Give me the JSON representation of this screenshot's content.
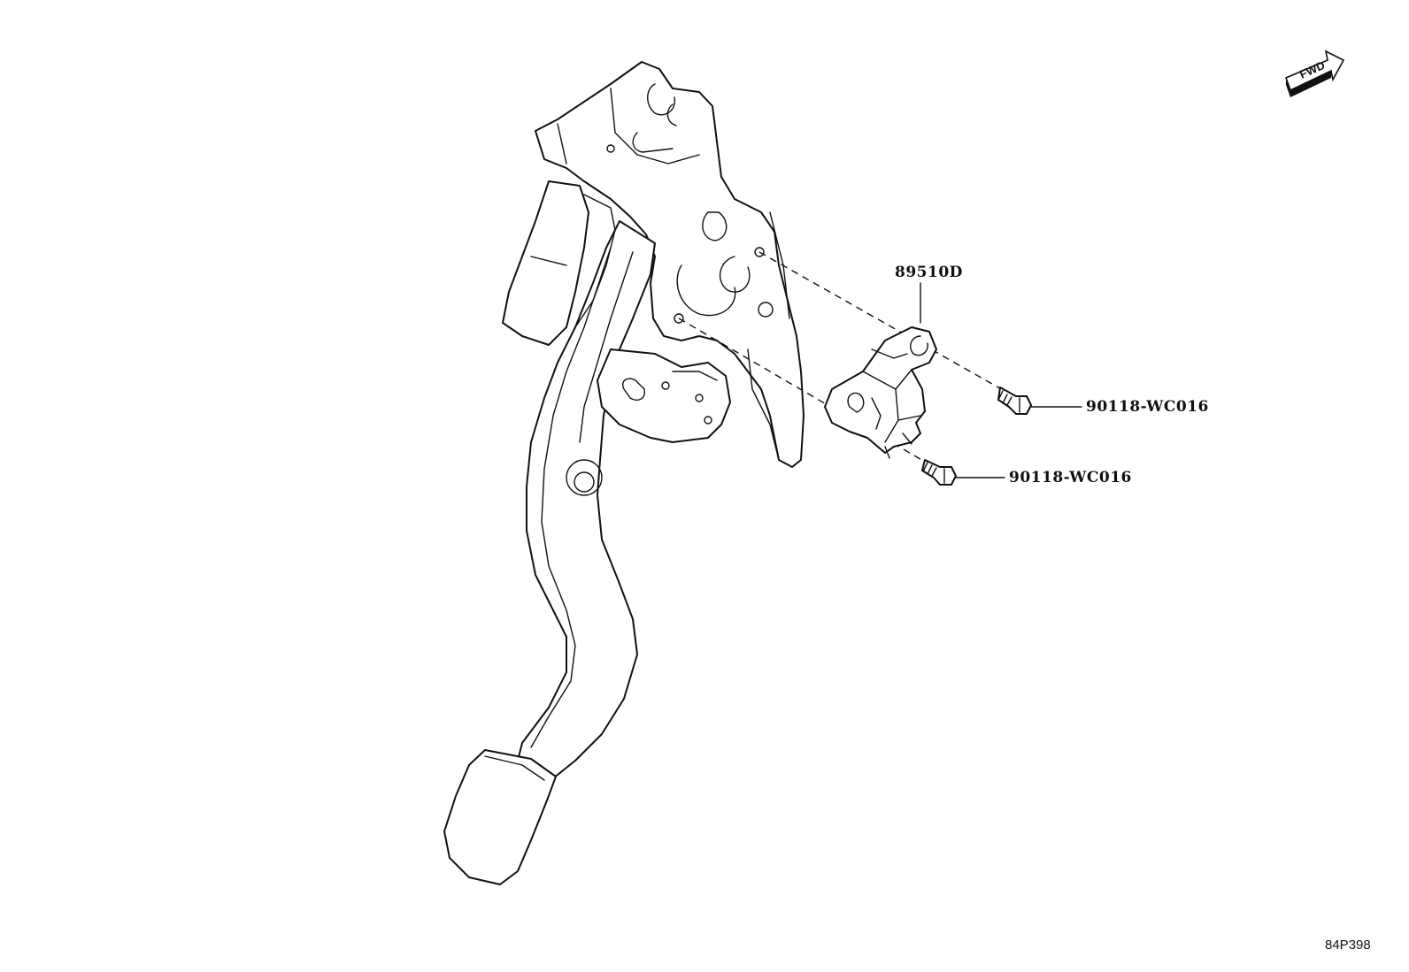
{
  "parts": {
    "sensor": {
      "number": "89510D"
    },
    "bolt_upper": {
      "number": "90118-WC016"
    },
    "bolt_lower": {
      "number": "90118-WC016"
    }
  },
  "direction_marker": {
    "text": "FWD",
    "icon": "forward-arrow-icon"
  },
  "diagram_code": "84P398"
}
